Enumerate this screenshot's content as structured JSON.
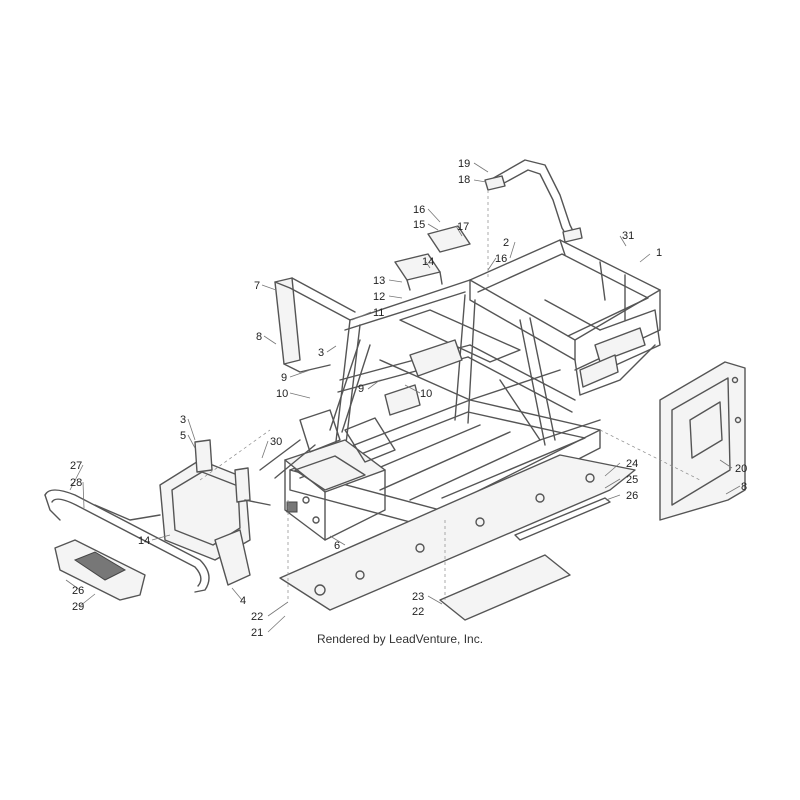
{
  "caption": "Rendered by LeadVenture, Inc.",
  "callouts": [
    "1",
    "2",
    "3",
    "3",
    "4",
    "5",
    "6",
    "7",
    "8",
    "8",
    "9",
    "9",
    "10",
    "10",
    "11",
    "12",
    "13",
    "14",
    "14",
    "15",
    "16",
    "16",
    "17",
    "18",
    "19",
    "20",
    "21",
    "22",
    "22",
    "23",
    "24",
    "25",
    "26",
    "26",
    "27",
    "28",
    "29",
    "30",
    "31"
  ]
}
